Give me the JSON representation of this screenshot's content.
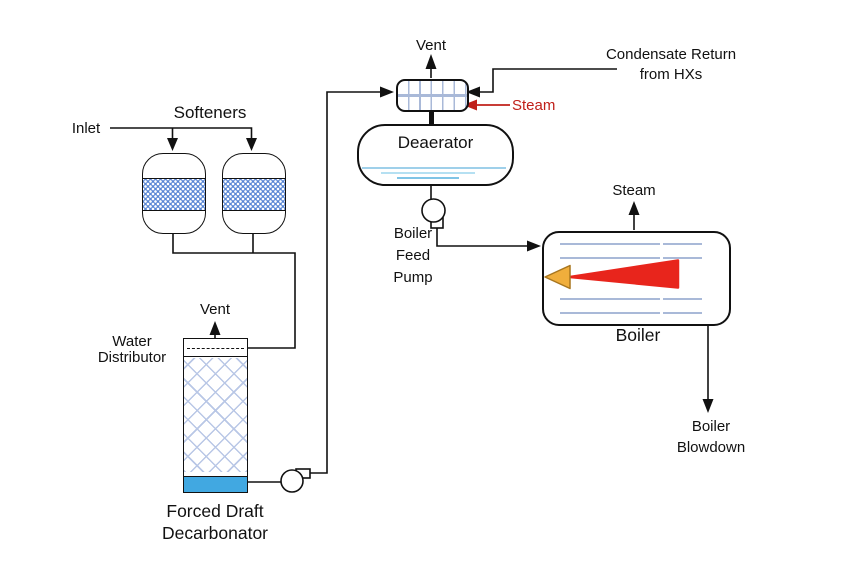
{
  "labels": {
    "inlet": "Inlet",
    "softeners": "Softeners",
    "vent_decarbonator": "Vent",
    "water_distributor_line1": "Water",
    "water_distributor_line2": "Distributor",
    "forced_draft_line1": "Forced Draft",
    "forced_draft_line2": "Decarbonator",
    "vent_deaerator": "Vent",
    "condensate_line1": "Condensate Return",
    "condensate_line2": "from HXs",
    "steam_to_deaerator": "Steam",
    "deaerator": "Deaerator",
    "boiler_feed_pump_line1": "Boiler",
    "boiler_feed_pump_line2": "Feed",
    "boiler_feed_pump_line3": "Pump",
    "steam_from_boiler": "Steam",
    "boiler": "Boiler",
    "blowdown_line1": "Boiler",
    "blowdown_line2": "Blowdown"
  },
  "colors": {
    "line_black": "#111111",
    "steam_arrow_red": "#c0201a",
    "softener_resin_blue": "#5b87d5",
    "packing_lattice_blue": "#b9c7e6",
    "sump_water_blue": "#41a8e1",
    "hx_grid_blue": "#a9b9d8",
    "boiler_tube_blue": "#a9b9d8",
    "flame_yellow": "#f0ae3c",
    "flame_yellow_border": "#a8761f",
    "flame_red": "#e8251c",
    "deaerator_water_blue": "#9fd0ea"
  }
}
